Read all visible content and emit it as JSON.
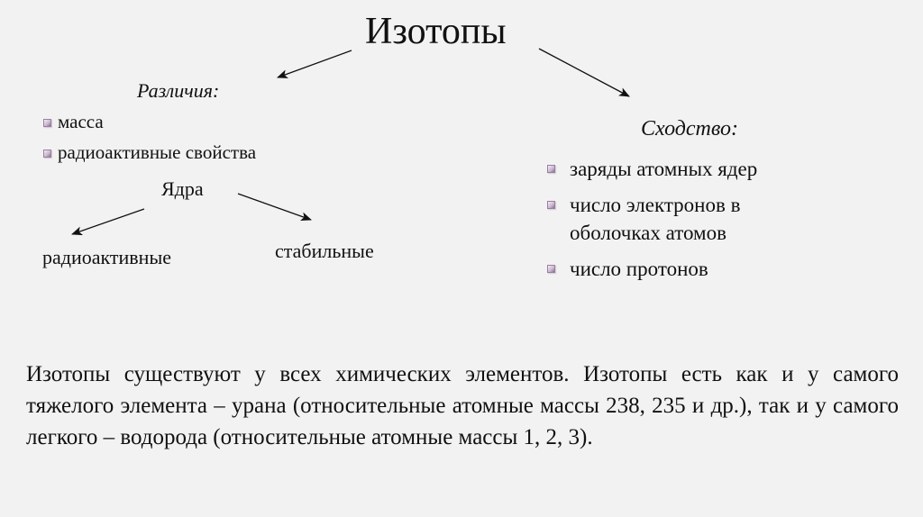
{
  "title": "Изотопы",
  "differences": {
    "heading": "Различия:",
    "items": [
      {
        "label": "масса"
      },
      {
        "label": "радиоактивные свойства"
      }
    ]
  },
  "nuclei": {
    "label": "Ядра",
    "left": "радиоактивные",
    "right": "стабильные"
  },
  "similarities": {
    "heading": "Сходство:",
    "items": [
      {
        "label": "заряды атомных ядер"
      },
      {
        "label": "число электронов в оболочках атомов"
      },
      {
        "label": "число протонов"
      }
    ]
  },
  "paragraph": "Изотопы существуют у всех химических элементов. Изотопы есть как и у самого тяжелого элемента – урана (относительные атомные массы 238, 235 и др.), так и у самого легкого – водорода (относительные атомные массы 1, 2, 3).",
  "colors": {
    "background": "#f2f2f2",
    "text": "#111111",
    "bullet": "#a58aae"
  },
  "icons": {
    "bullet": "square-bullet-icon",
    "arrow": "arrow-icon"
  }
}
